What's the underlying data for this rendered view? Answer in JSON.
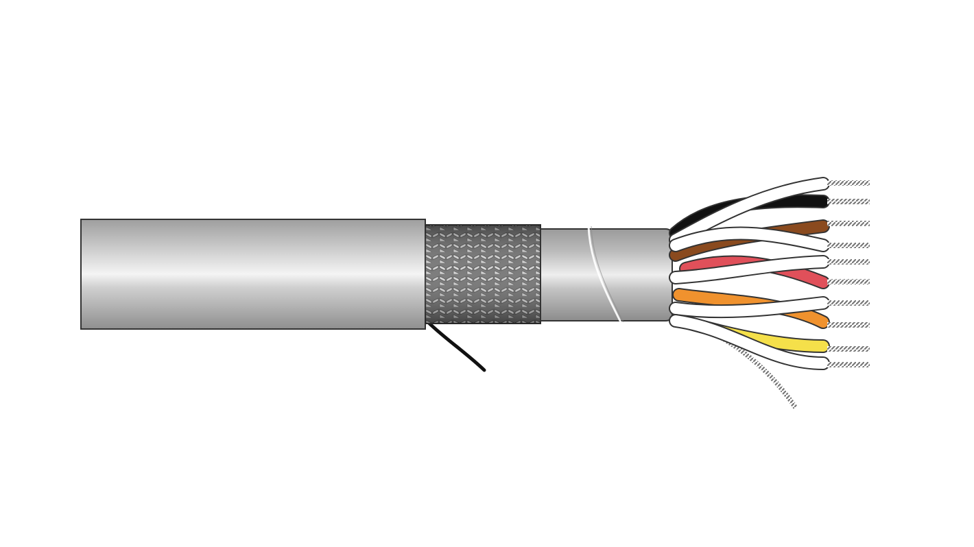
{
  "illustration": {
    "subject": "cable-cutaway",
    "colors": {
      "background": "#ffffff",
      "jacket": "#b9b9b9",
      "jacket_highlight": "#f2f2f2",
      "braid": "#9a9a9a",
      "braid_dark": "#555555",
      "foil": "#b3b3b3",
      "outline": "#333333",
      "drain_wire": "#111111",
      "copper": "#9a9a9a"
    },
    "wire_pairs": [
      {
        "pair": 1,
        "colors": [
          "#ffffff",
          "#111111"
        ]
      },
      {
        "pair": 2,
        "colors": [
          "#ffffff",
          "#8a4a1e"
        ]
      },
      {
        "pair": 3,
        "colors": [
          "#ffffff",
          "#e0505a"
        ]
      },
      {
        "pair": 4,
        "colors": [
          "#ffffff",
          "#f0922e"
        ]
      },
      {
        "pair": 5,
        "colors": [
          "#ffffff",
          "#f5e04a"
        ]
      }
    ]
  }
}
